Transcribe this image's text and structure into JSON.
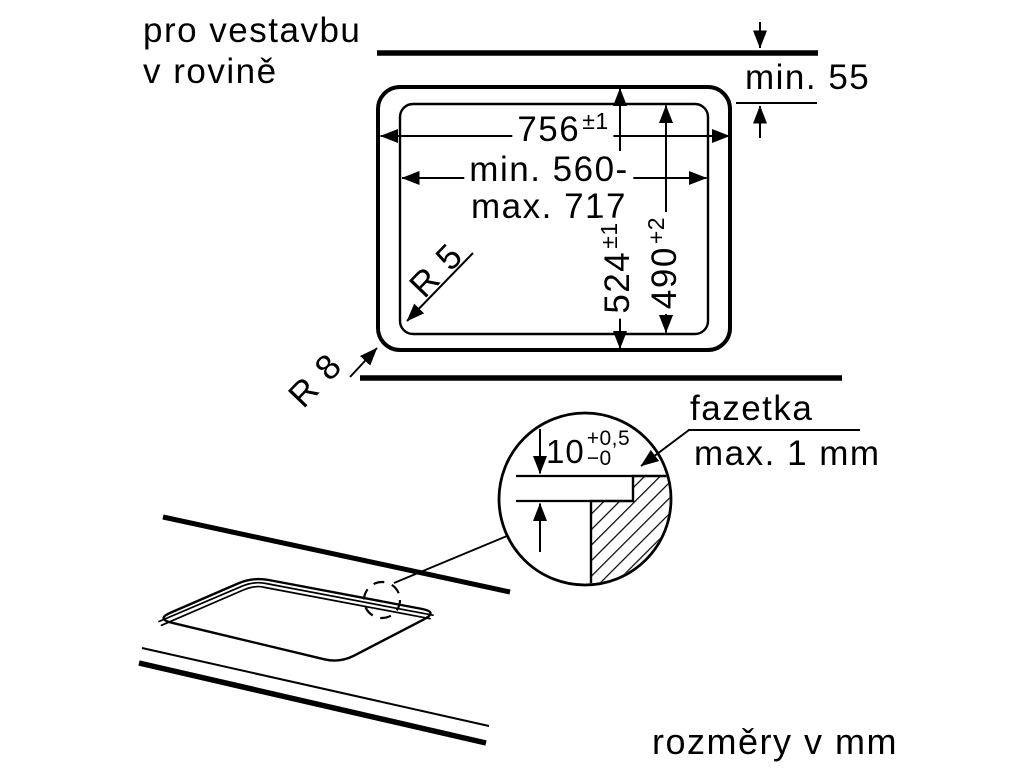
{
  "title": {
    "line1": "pro vestavbu",
    "line2": "v rovině"
  },
  "plan": {
    "clearance_label": "min. 55",
    "width_outer": {
      "value": "756",
      "tol": "±1"
    },
    "width_inner": {
      "line1": "min. 560-",
      "line2": "max. 717"
    },
    "height_outer": {
      "value": "524",
      "tol": "±1"
    },
    "height_inner": {
      "value": "490",
      "tol": "+2"
    },
    "radius_inner": "R 5",
    "radius_outer": "R 8"
  },
  "detail": {
    "depth": {
      "value": "10",
      "tol_plus": "+0,5",
      "tol_minus": "−0"
    },
    "chamfer": {
      "line1": "fazetka",
      "line2": "max. 1 mm"
    }
  },
  "footer": {
    "note": "rozměry v mm"
  },
  "colors": {
    "ink": "#000000",
    "background": "#ffffff"
  }
}
